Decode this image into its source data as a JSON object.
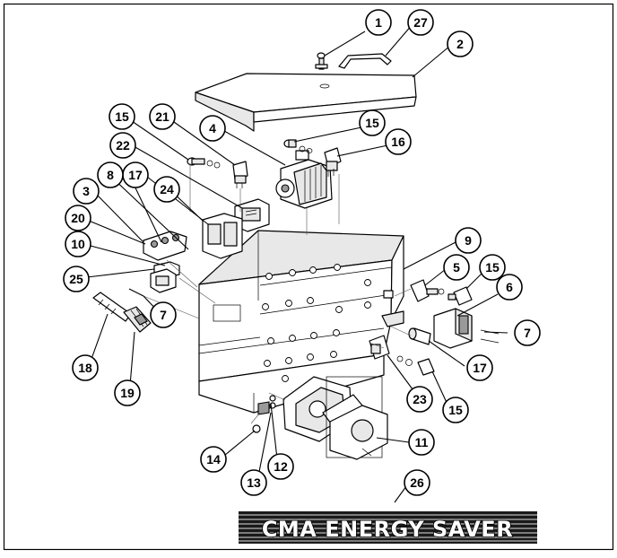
{
  "diagram": {
    "callouts": [
      "1",
      "27",
      "2",
      "15",
      "21",
      "4",
      "15",
      "16",
      "22",
      "17",
      "8",
      "3",
      "24",
      "20",
      "10",
      "9",
      "25",
      "5",
      "15",
      "6",
      "7",
      "7",
      "18",
      "19",
      "17",
      "23",
      "15",
      "14",
      "12",
      "13",
      "11",
      "26"
    ]
  },
  "banner": {
    "text": "CMA ENERGY SAVER"
  }
}
